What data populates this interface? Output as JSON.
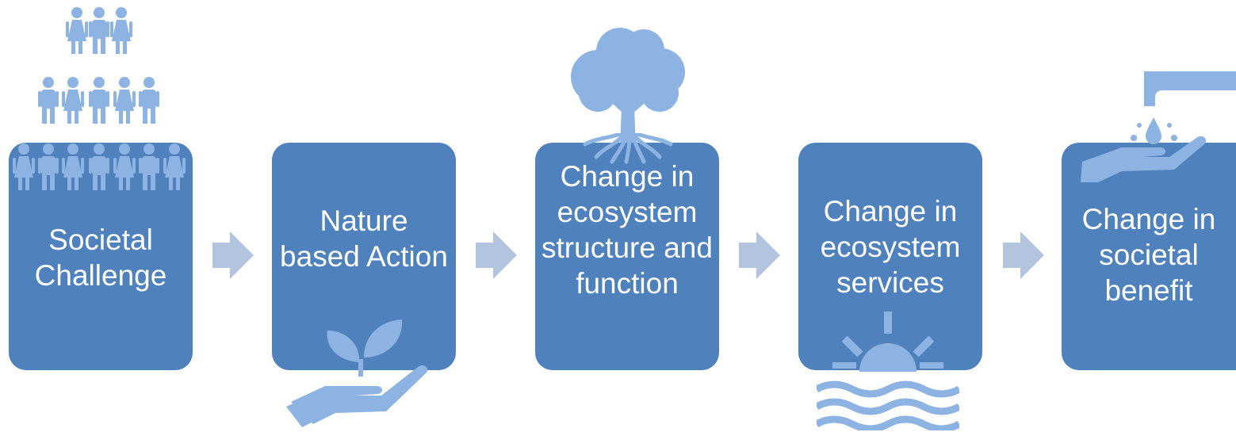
{
  "steps": [
    {
      "label": "Societal Challenge",
      "icon": "people-crowd-icon"
    },
    {
      "label": "Nature based Action",
      "icon": "hand-seedling-icon"
    },
    {
      "label": "Change in ecosystem structure and function",
      "icon": "tree-roots-icon"
    },
    {
      "label": "Change in ecosystem services",
      "icon": "sun-over-water-icon"
    },
    {
      "label": "Change in societal benefit",
      "icon": "tap-water-hand-icon"
    }
  ],
  "arrow_icon": "right-arrow-icon",
  "colors": {
    "box": "#4f81bd",
    "icon": "#8db3e2",
    "arrow": "#b3c4de",
    "text": "#ffffff"
  }
}
